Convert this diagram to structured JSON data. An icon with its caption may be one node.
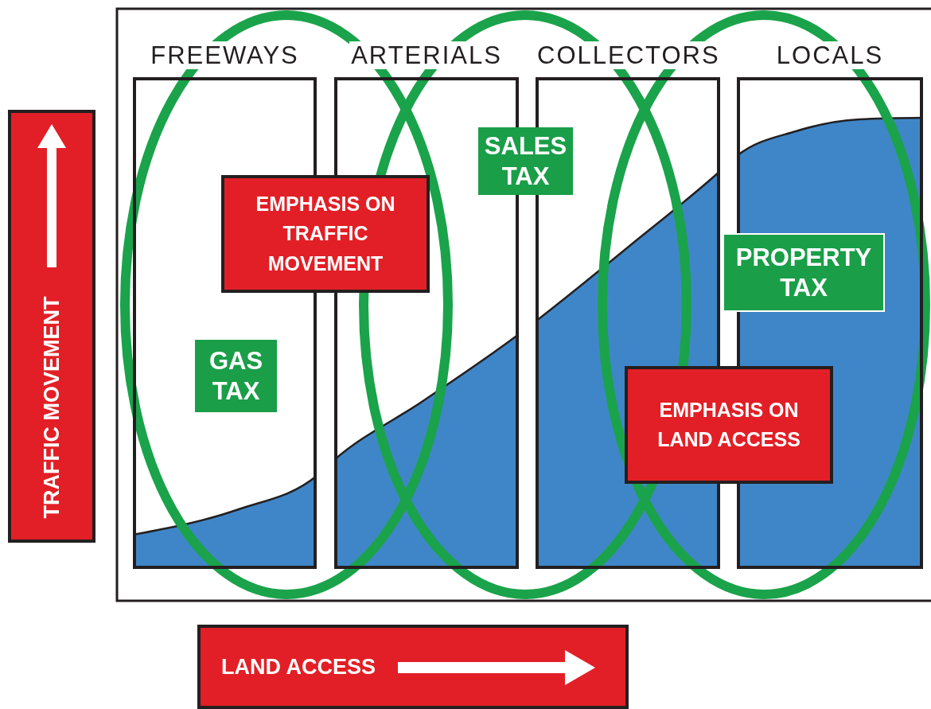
{
  "diagram": {
    "nodes": [
      {
        "text": [
          "FREEWAYS"
        ]
      },
      {
        "text": [
          "ARTERIALS"
        ]
      },
      {
        "text": [
          "COLLECTORS"
        ]
      },
      {
        "text": [
          "LOCALS"
        ]
      },
      {
        "text": [
          "GAS TAX"
        ],
        "in": 0
      },
      {
        "text": [
          "SALES TAX"
        ]
      },
      {
        "text": [
          "PROPERTY TAX"
        ]
      },
      {
        "text": [
          "EMPHASIS ON TRAFFIC MOVEMENT"
        ]
      },
      {
        "text": [
          "EMPHASIS ON LAND ACCESS"
        ]
      },
      {
        "text": [
          "TRAFFIC MOVEMENT"
        ]
      },
      {
        "text": [
          "LAND ACCESS"
        ]
      }
    ]
  }
}
